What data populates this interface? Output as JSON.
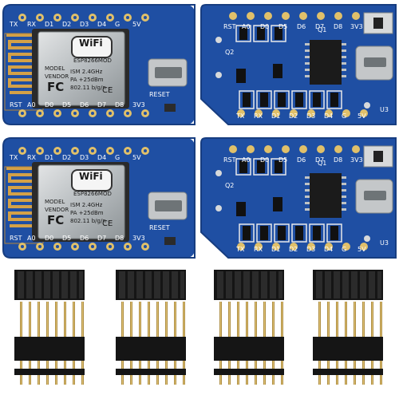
{
  "board_front": {
    "top_pins": [
      "5V",
      "G",
      "D4",
      "D3",
      "D2",
      "D1",
      "RX",
      "TX"
    ],
    "bottom_pins": [
      "RST",
      "A0",
      "D0",
      "D5",
      "D6",
      "D7",
      "D8",
      "3V3"
    ],
    "module": {
      "model_label": "MODEL",
      "vendor_label": "VENDOR",
      "wifi": "WiFi",
      "model": "ESP8266MOD",
      "fc": "FC",
      "ce": "CE",
      "ism": "ISM  2.4GHz",
      "pa": "PA  +25dBm",
      "std": "802.11 b/g/n"
    },
    "reset_label": "RESET"
  },
  "board_back": {
    "top_pins": [
      "RST",
      "A0",
      "D0",
      "D5",
      "D6",
      "D7",
      "D8",
      "3V3"
    ],
    "bottom_pins": [
      "TX",
      "RX",
      "D1",
      "D2",
      "D3",
      "D4",
      "G",
      "5V"
    ],
    "q1": "Q1",
    "q2": "Q2",
    "u3": "U3"
  },
  "colors": {
    "pcb": "#1f4fa3",
    "pcb_dark": "#173d80",
    "antenna": "#d4a147",
    "shield": "#bfc3c5",
    "header_black": "#151515",
    "pin_gold": "#c9a449"
  },
  "header_count": 4
}
